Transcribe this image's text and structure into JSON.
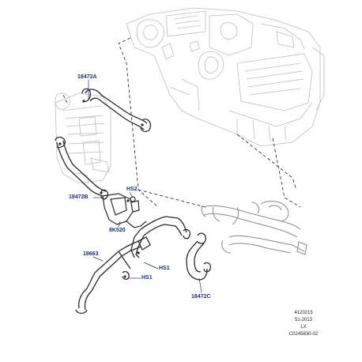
{
  "callouts": {
    "c1": "18472A",
    "c2": "18472B",
    "c3": "HS2",
    "c4": "8K520",
    "c5": "18663",
    "c6": "HS1",
    "c7": "HS1",
    "c8": "18472C"
  },
  "footer": {
    "line1": "4120215",
    "line2": "51-2013",
    "line3": "LX",
    "line4": "C0245830-02"
  },
  "colors": {
    "line_art": "#c8c8c8",
    "hose": "#2a2a2a",
    "callout_text": "#1a2f7a",
    "leader": "#1a2f7a",
    "dashed": "#333333"
  }
}
